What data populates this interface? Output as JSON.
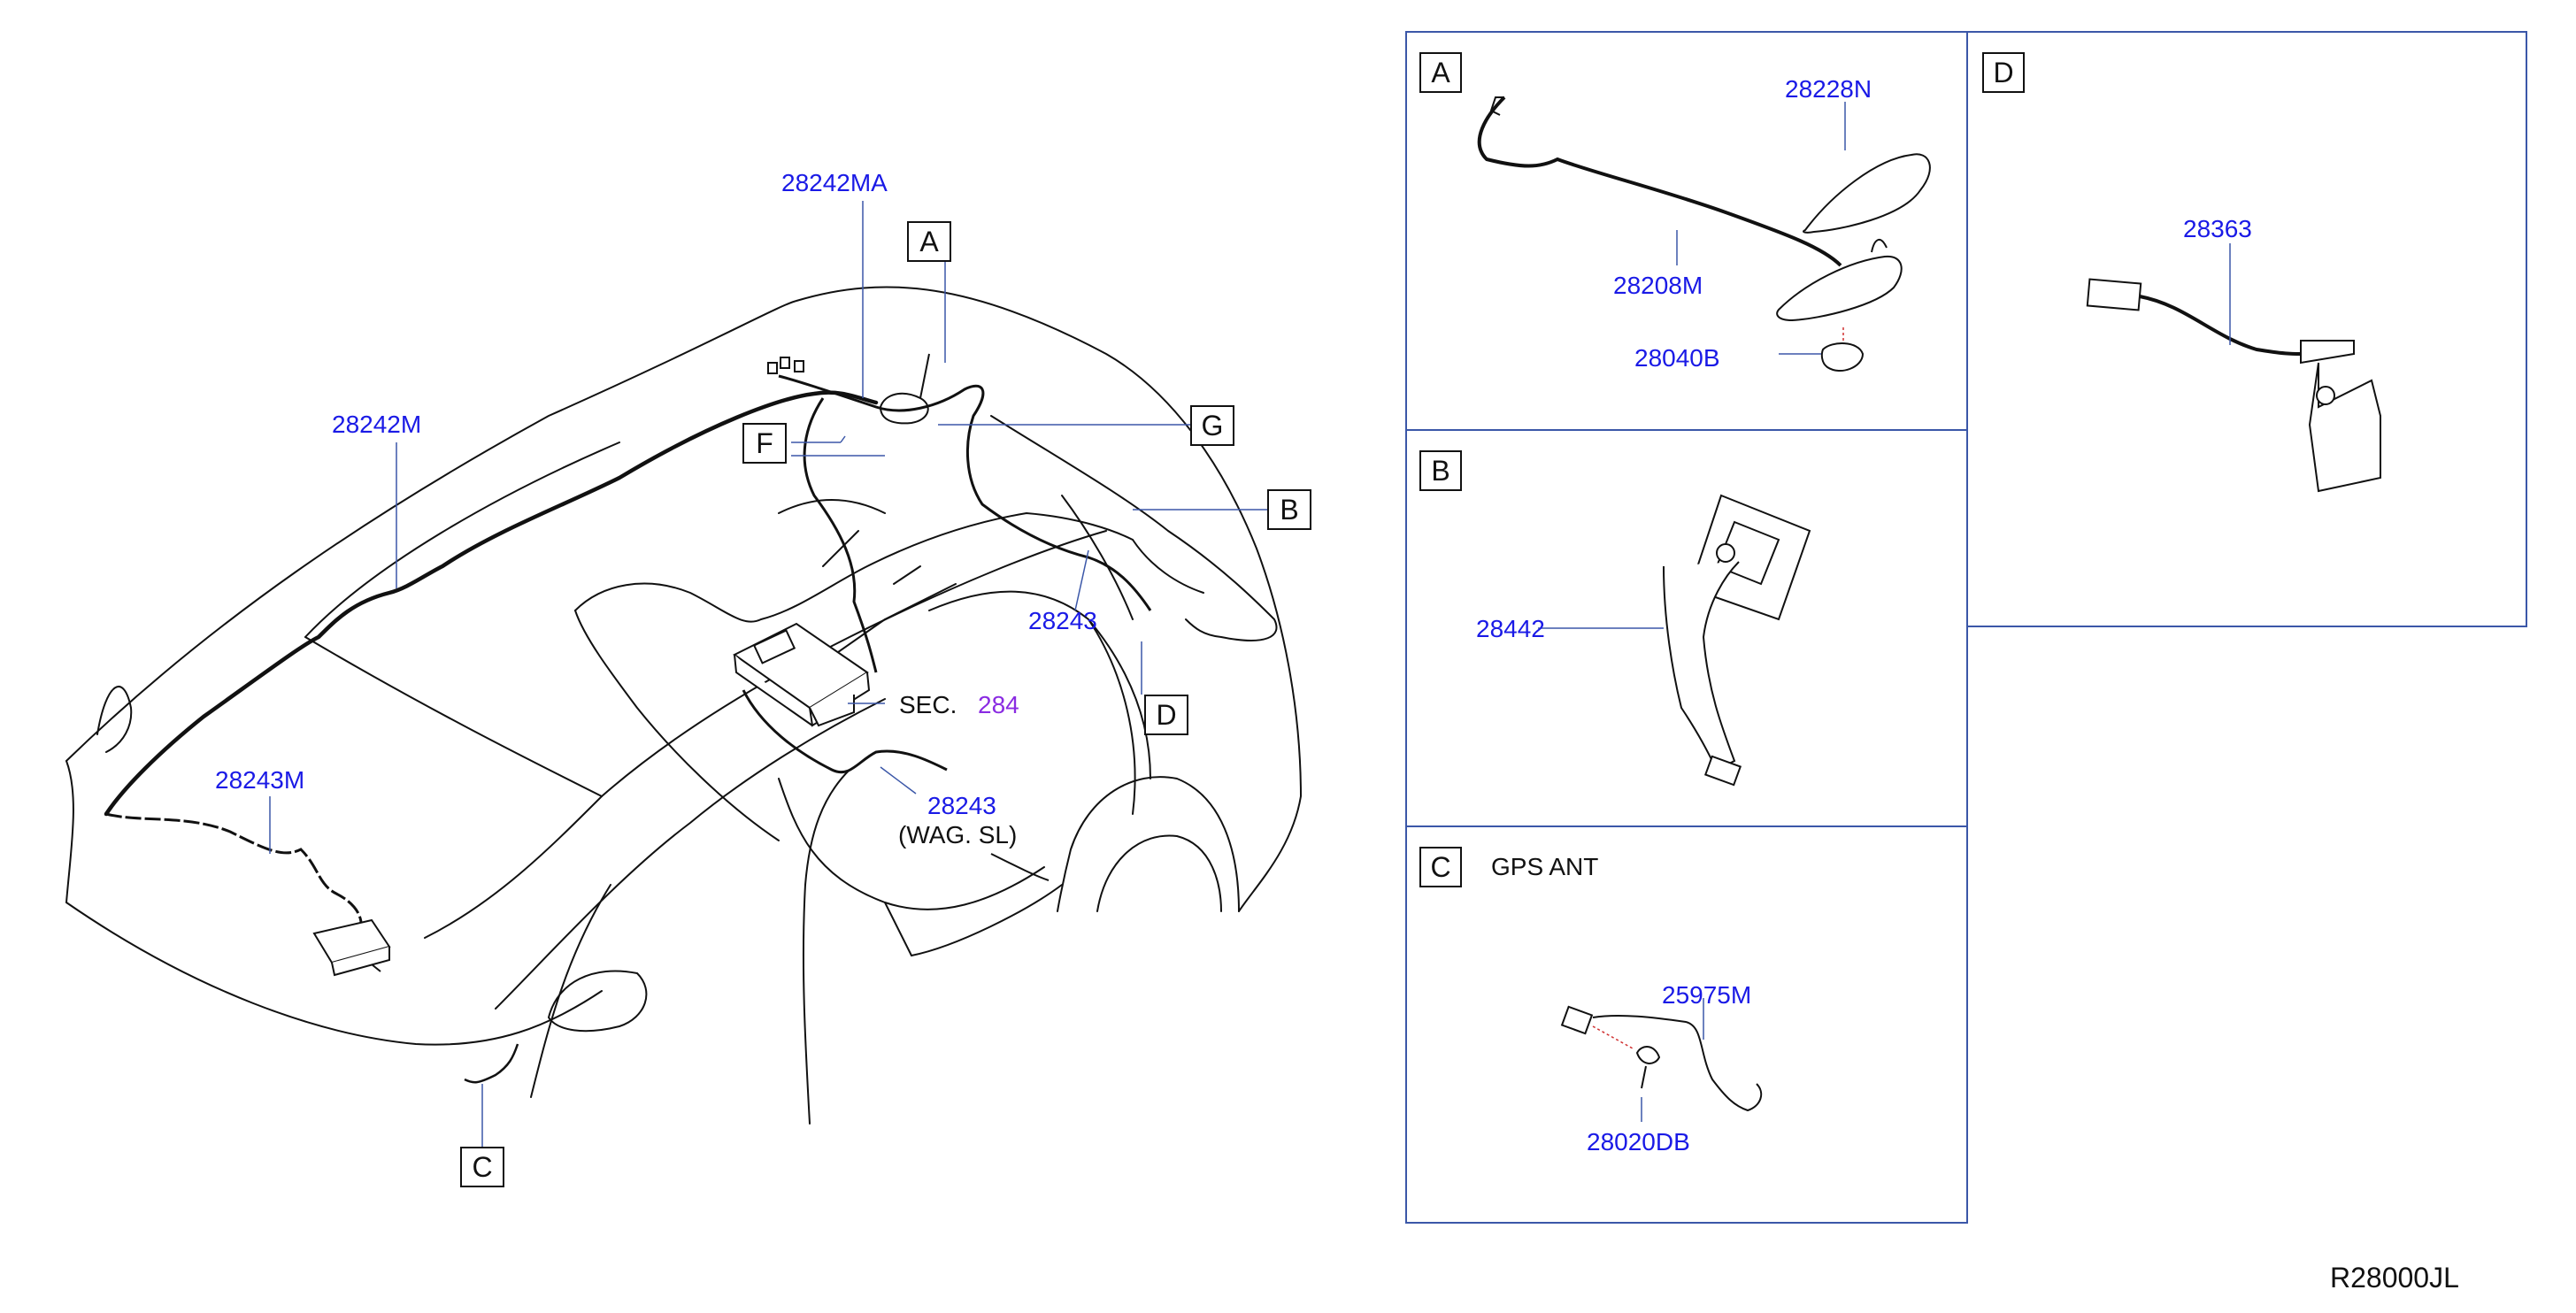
{
  "diagram_code": "R28000JL",
  "callouts": {
    "a": "A",
    "b": "B",
    "c": "C",
    "d": "D",
    "f": "F",
    "g": "G"
  },
  "parts": {
    "p28242MA": "28242MA",
    "p28242M": "28242M",
    "p28243M": "28243M",
    "p28243_top": "28243",
    "p28243_bottom": "28243",
    "sec_prefix": "SEC.",
    "sec_number": "284",
    "wag_note": "(WAG.   SL)"
  },
  "panels": {
    "a": {
      "tag": "A",
      "p1": "28228N",
      "p2": "28208M",
      "p3": "28040B"
    },
    "b": {
      "tag": "B",
      "p1": "28442"
    },
    "c": {
      "tag": "C",
      "title": "GPS   ANT",
      "p1": "25975M",
      "p2": "28020DB"
    },
    "d": {
      "tag": "D",
      "p1": "28363"
    }
  },
  "colors": {
    "part_label": "#1a1ae6",
    "section_link": "#8a2be2",
    "panel_border": "#3b57a8",
    "line": "#111111"
  }
}
